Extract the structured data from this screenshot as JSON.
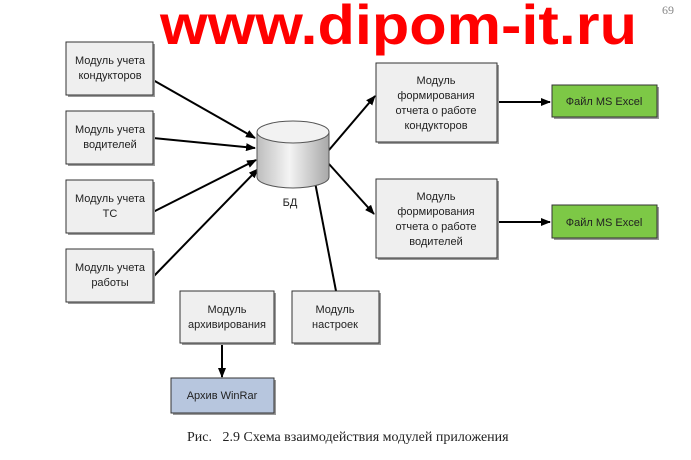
{
  "page_number": "69",
  "nodes": {
    "conductors": [
      "Модуль учета",
      "кондукторов"
    ],
    "drivers": [
      "Модуль учета",
      "водителей"
    ],
    "ts": [
      "Модуль учета",
      "ТС"
    ],
    "work": [
      "Модуль учета",
      "работы"
    ],
    "archive": [
      "Модуль",
      "архивирования"
    ],
    "settings": [
      "Модуль",
      "настроек"
    ],
    "winrar": "Архив WinRar",
    "db": "БД",
    "report_conductors": [
      "Модуль",
      "формирования",
      "отчета о работе",
      "кондукторов"
    ],
    "report_drivers": [
      "Модуль",
      "формирования",
      "отчета о работе",
      "водителей"
    ],
    "excel1": "Файл MS Excel",
    "excel2": "Файл MS Excel"
  },
  "edges": [
    [
      "conductors",
      "db"
    ],
    [
      "drivers",
      "db"
    ],
    [
      "ts",
      "db"
    ],
    [
      "work",
      "db"
    ],
    [
      "settings",
      "db"
    ],
    [
      "db",
      "report_conductors"
    ],
    [
      "db",
      "report_drivers"
    ],
    [
      "report_conductors",
      "excel1"
    ],
    [
      "report_drivers",
      "excel2"
    ],
    [
      "archive",
      "winrar"
    ]
  ],
  "colors": {
    "module": "#efefef",
    "excel": "#7dc846",
    "winrar": "#b7c6de",
    "watermark": "#ff0000"
  },
  "watermark": "www.dipom-it.ru",
  "caption": "Рис.   2.9 Схема взаимодействия модулей приложения"
}
